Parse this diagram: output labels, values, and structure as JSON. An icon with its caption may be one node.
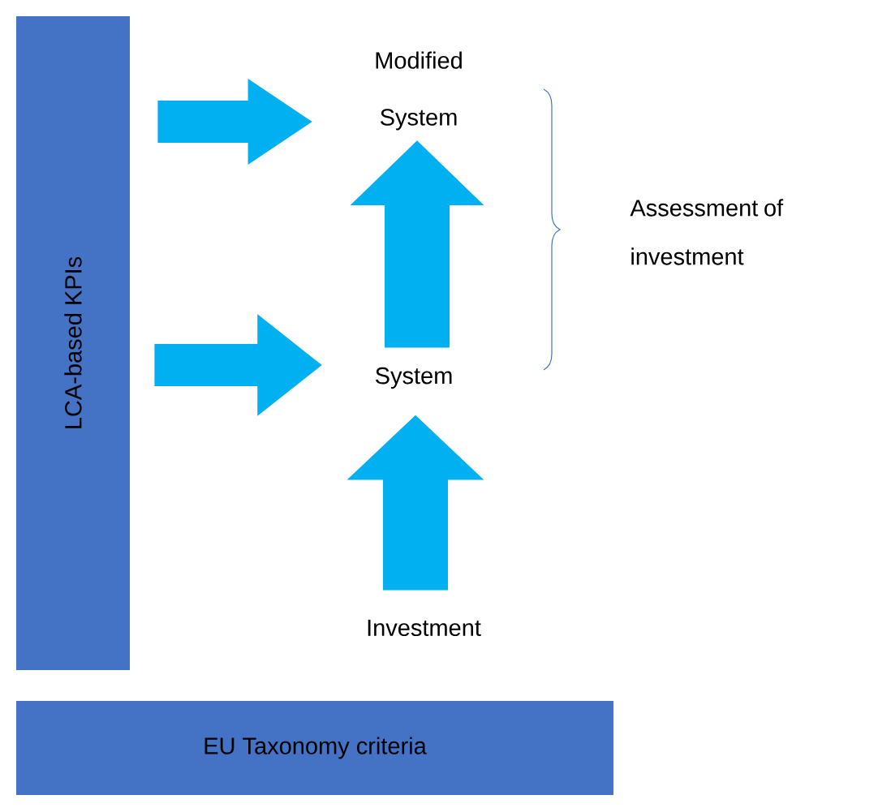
{
  "diagram": {
    "nodes": [
      {
        "text": [
          "LCA-based KPIs"
        ]
      },
      {
        "text": [
          "EU Taxonomy criteria"
        ]
      },
      {
        "text": [
          "Modified System"
        ]
      },
      {
        "text": [
          "System"
        ]
      },
      {
        "text": [
          "Investment"
        ]
      }
    ],
    "edges": [
      {
        "from": 0,
        "to": 2,
        "arrow": "to"
      },
      {
        "from": 0,
        "to": 3,
        "arrow": "to"
      },
      {
        "from": 4,
        "to": 3,
        "arrow": "to"
      },
      {
        "from": 3,
        "to": 2,
        "arrow": "to"
      }
    ],
    "labels": [
      "Assessment of investment"
    ]
  }
}
